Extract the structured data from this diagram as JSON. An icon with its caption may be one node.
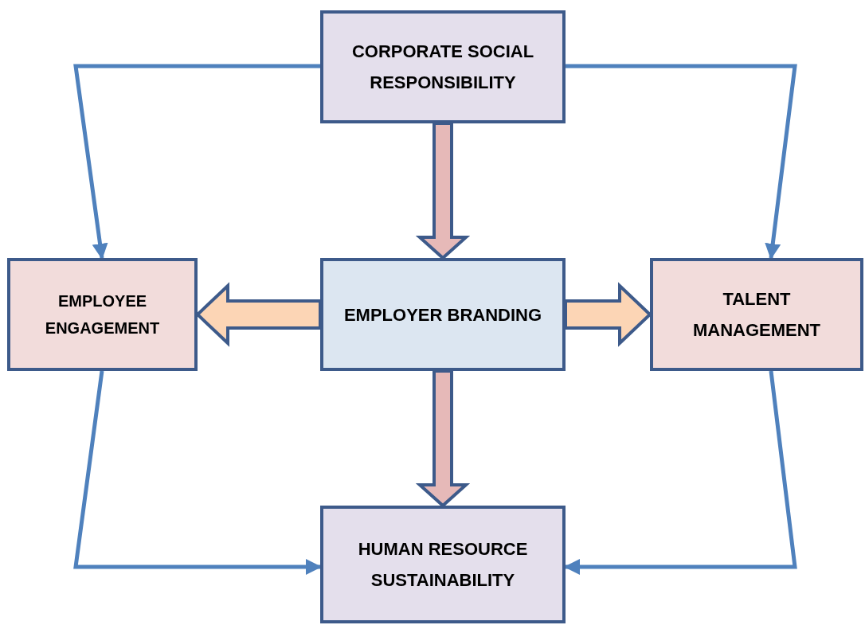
{
  "diagram": {
    "nodes": [
      {
        "text": [
          "CORPORATE SOCIAL RESPONSIBILITY"
        ]
      },
      {
        "text": [
          "EMPLOYEE ENGAGEMENT"
        ]
      },
      {
        "text": [
          "EMPLOYER BRANDING"
        ]
      },
      {
        "text": [
          "TALENT MANAGEMENT"
        ]
      },
      {
        "text": [
          "HUMAN RESOURCE SUSTAINABILITY"
        ]
      }
    ],
    "edges": [
      {
        "from": 0,
        "to": 1,
        "arrow": "to"
      },
      {
        "from": 0,
        "to": 3,
        "arrow": "to"
      },
      {
        "from": 0,
        "to": 2,
        "arrow": "to",
        "style": "thick",
        "color": "#e6b9b8"
      },
      {
        "from": 2,
        "to": 1,
        "arrow": "to",
        "style": "thick",
        "color": "#fcd5b5"
      },
      {
        "from": 2,
        "to": 3,
        "arrow": "to",
        "style": "thick",
        "color": "#fcd5b5"
      },
      {
        "from": 2,
        "to": 4,
        "arrow": "to",
        "style": "thick",
        "color": "#e6b9b8"
      },
      {
        "from": 1,
        "to": 4,
        "arrow": "to"
      },
      {
        "from": 3,
        "to": 4,
        "arrow": "to"
      }
    ]
  }
}
